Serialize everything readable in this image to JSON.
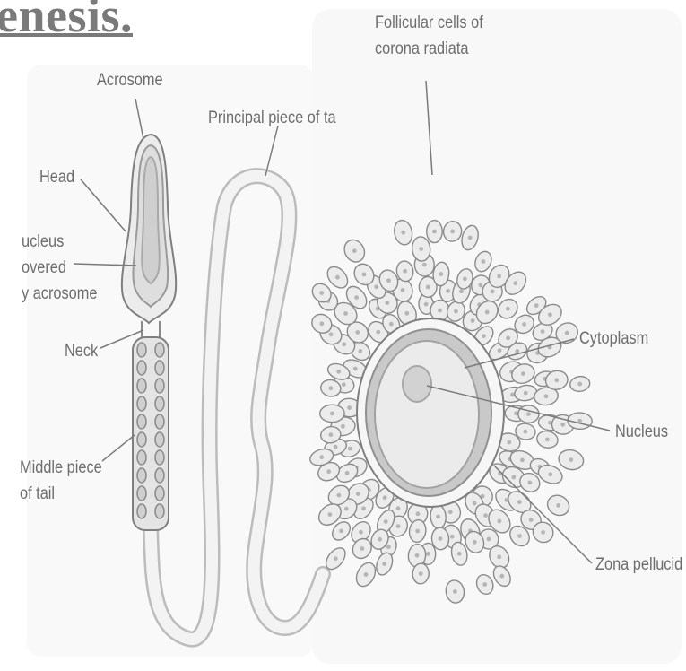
{
  "title": "enesis.",
  "labels": {
    "acrosome": "Acrosome",
    "principal_piece": "Principal piece of ta",
    "head": "Head",
    "nucleus_covered": [
      "ucleus",
      "overed",
      "y acrosome"
    ],
    "neck": "Neck",
    "middle_piece": [
      "Middle piece",
      "of tail"
    ],
    "follicular": [
      "Follicular cells of",
      "corona radiata"
    ],
    "cytoplasm": "Cytoplasm",
    "nucleus": "Nucleus",
    "zona": "Zona pellucid"
  },
  "colors": {
    "outline": "#7f7f7f",
    "fill_light": "#eeeeee",
    "fill_mid": "#d9d9d9",
    "cell_fill": "#ececec",
    "text": "#6d6d6d"
  }
}
